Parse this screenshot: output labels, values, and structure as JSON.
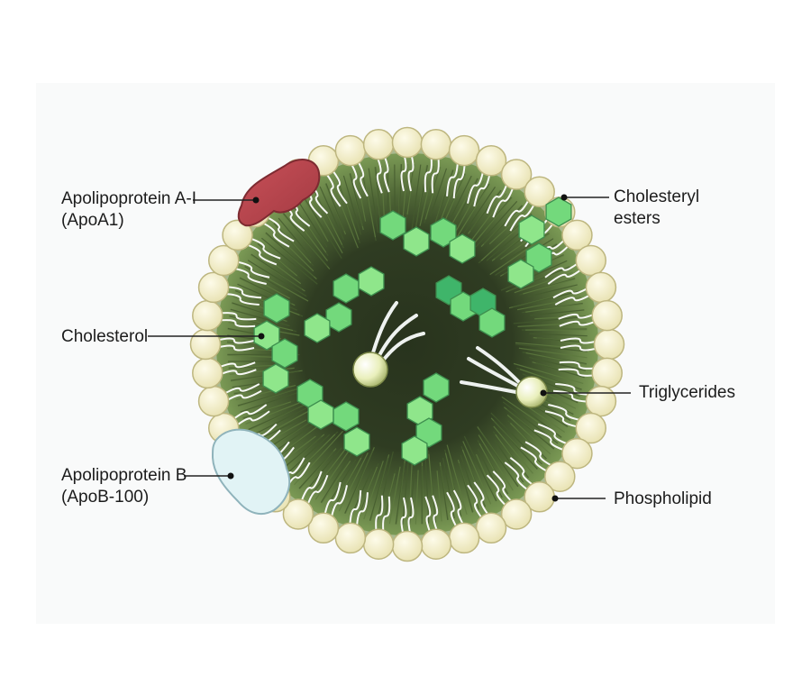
{
  "labels": {
    "apoa1_line1": "Apolipoprotein A-I",
    "apoa1_line2": "(ApoA1)",
    "cholesterol": "Cholesterol",
    "apob_line1": "Apolipoprotein B",
    "apob_line2": "(ApoB-100)",
    "cholesteryl_line1": "Cholesteryl",
    "cholesteryl_line2": "esters",
    "triglycerides": "Triglycerides",
    "phospholipid": "Phospholipid"
  },
  "colors": {
    "background": "#ffffff",
    "panel": "#f9fafa",
    "phospholipid_head": "#f3efc9",
    "phospholipid_head_stroke": "#c9c28c",
    "lipid_tail": "#ffffff",
    "ring_green": "#6d8a4a",
    "core_dark": "#27321c",
    "cholesterol_hex": "#8de889",
    "cholesterol_hex_dark": "#4cc06a",
    "apoa1": "#b9434b",
    "apob": "#ddf2f5",
    "triglyceride_head": "#f0f4c4"
  },
  "icons": [
    "apoa1-protein-icon",
    "apob-protein-icon",
    "phospholipid-icon",
    "cholesterol-ring-icon",
    "triglyceride-icon"
  ]
}
